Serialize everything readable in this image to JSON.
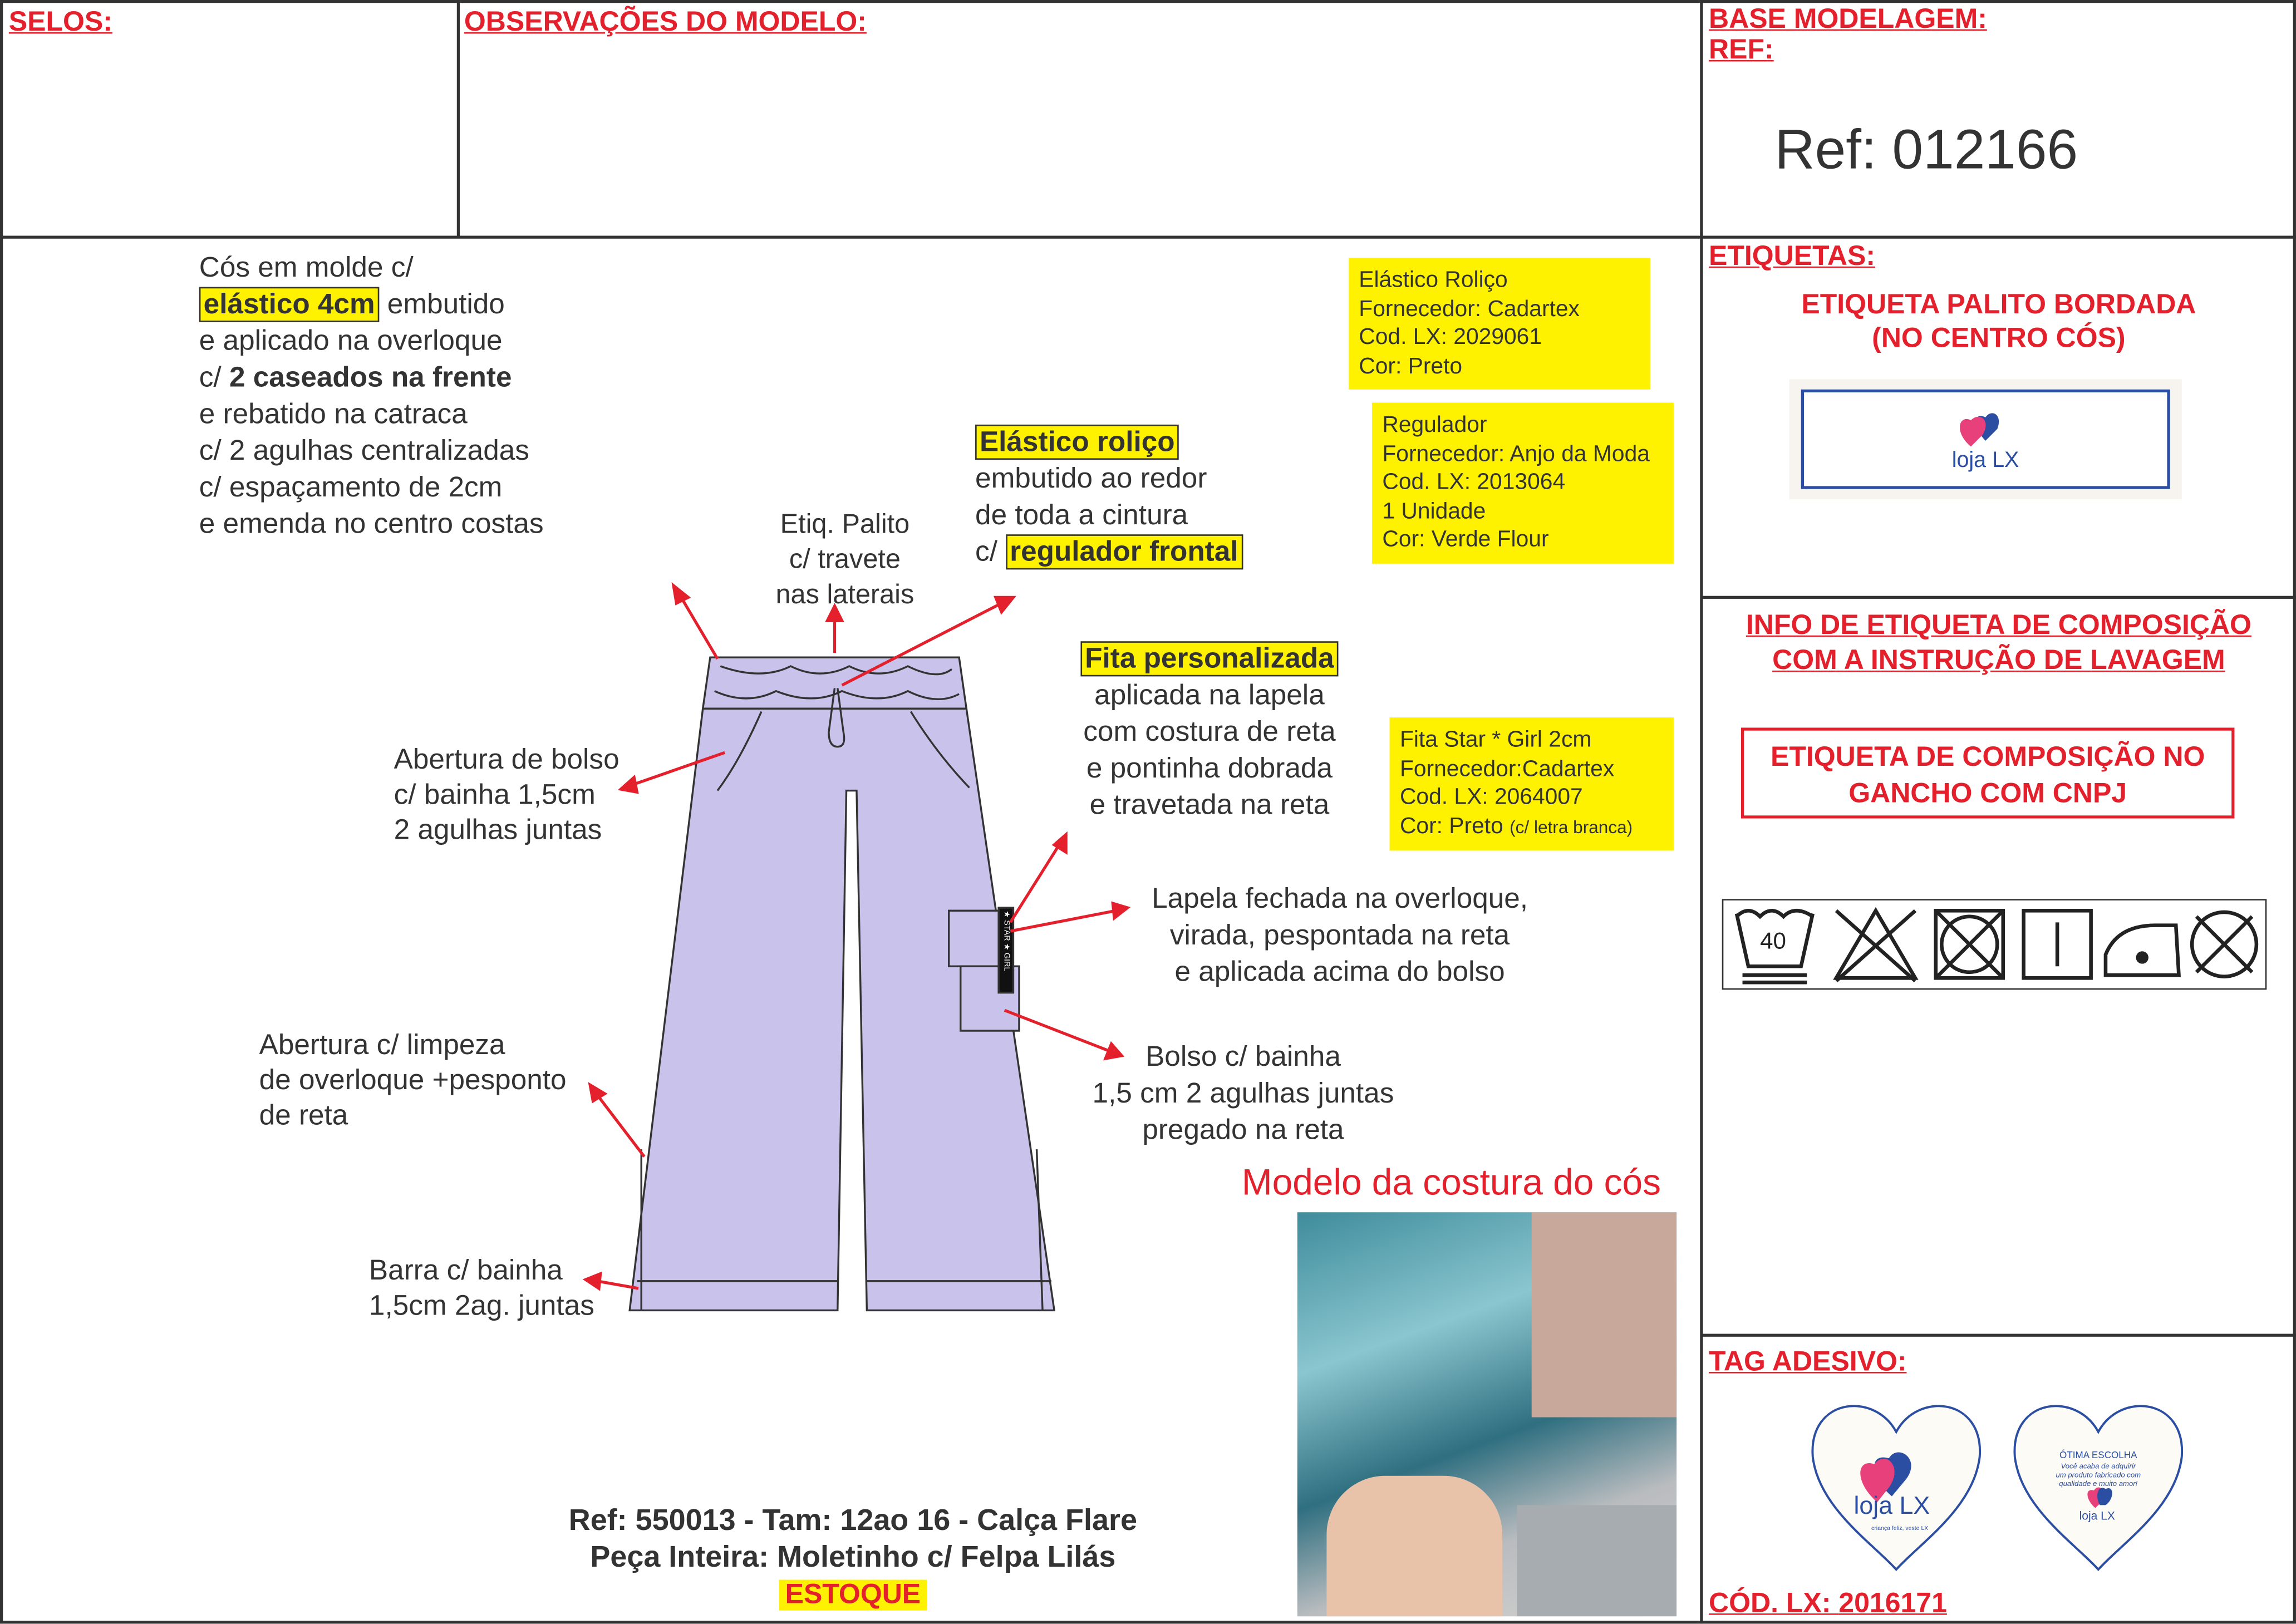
{
  "headers": {
    "selos": "SELOS:",
    "observacoes": "OBSERVAÇÕES DO MODELO:",
    "base_modelagem": "BASE MODELAGEM:",
    "ref_label": "REF:",
    "ref_value": "Ref: 012166",
    "etiquetas": "ETIQUETAS:",
    "tag_adesivo": "TAG ADESIVO:",
    "cod_lx_label": "CÓD. LX: ",
    "cod_lx_value": "2016171"
  },
  "etiquetas": {
    "palito_line1": "ETIQUETA PALITO BORDADA",
    "palito_line2": "(NO CENTRO CÓS)",
    "info_line1": "INFO DE ETIQUETA DE COMPOSIÇÃO",
    "info_line2": "COM A INSTRUÇÃO DE LAVAGEM",
    "composicao_line1": "ETIQUETA DE COMPOSIÇÃO NO",
    "composicao_line2": "GANCHO COM CNPJ",
    "wash_temp": "40",
    "care_icons": [
      "wash-40-icon",
      "no-bleach-icon",
      "no-tumble-dry-icon",
      "line-dry-icon",
      "iron-low-icon",
      "no-dry-clean-icon"
    ]
  },
  "logo": {
    "brand": "loja LX",
    "tagline": "criança feliz, veste LX"
  },
  "hang_tag": {
    "title": "ÓTIMA ESCOLHA",
    "line1": "Você acaba de adquirir",
    "line2": "um produto fabricado com",
    "line3": "qualidade e muito amor!"
  },
  "notes": {
    "cos": {
      "l1": "Cós em molde c/",
      "l2_hl": "elástico 4cm",
      "l2_rest": " embutido",
      "l3": "e aplicado na overloque",
      "l4_pre": "c/ ",
      "l4_bold": "2 caseados na frente",
      "l5": "e rebatido na catraca",
      "l6": "c/ 2 agulhas centralizadas",
      "l7": "c/ espaçamento de 2cm",
      "l8": "e emenda no centro costas"
    },
    "etiq_palito": {
      "l1": "Etiq. Palito",
      "l2": "c/ travete",
      "l3": "nas laterais"
    },
    "elastico": {
      "hl": "Elástico roliço",
      "l2": "embutido ao redor",
      "l3": "de toda a cintura",
      "l4_pre": "c/ ",
      "l4_hl": "regulador frontal"
    },
    "fita": {
      "hl": "Fita personalizada",
      "l2": "aplicada na lapela",
      "l3": "com costura de reta",
      "l4": "e pontinha dobrada",
      "l5": "e  travetada na reta"
    },
    "abertura_bolso": {
      "l1": "Abertura de bolso",
      "l2": "c/ bainha 1,5cm",
      "l3": "2 agulhas juntas"
    },
    "lapela": {
      "l1": "Lapela fechada na overloque,",
      "l2": "virada, pespontada na reta",
      "l3": "e aplicada acima do bolso"
    },
    "abertura_limpeza": {
      "l1": "Abertura c/ limpeza",
      "l2": "de overloque +pesponto",
      "l3": "de reta"
    },
    "bolso": {
      "l1": "Bolso c/ bainha",
      "l2": "1,5 cm 2 agulhas juntas",
      "l3": "pregado na reta"
    },
    "barra": {
      "l1": "Barra c/ bainha",
      "l2": "1,5cm 2ag. juntas"
    }
  },
  "supplier_boxes": {
    "elastico": {
      "l1": "Elástico Roliço",
      "l2": "Fornecedor: Cadartex",
      "l3": "Cod. LX: 2029061",
      "l4": "Cor: Preto"
    },
    "regulador": {
      "l1": "Regulador",
      "l2": "Fornecedor: Anjo da Moda",
      "l3": "Cod. LX: 2013064",
      "l4": "1 Unidade",
      "l5": "Cor: Verde Flour"
    },
    "fita": {
      "l1": "Fita Star * Girl 2cm",
      "l2": "Fornecedor:Cadartex",
      "l3": "Cod. LX: 2064007",
      "l4": "Cor: Preto ",
      "l4_small": "(c/ letra branca)"
    }
  },
  "tape_text": "★ STAR ★ GIRL",
  "modelo_costura": "Modelo da costura do cós",
  "footer": {
    "l1": "Ref: 550013 - Tam: 12ao 16 - Calça Flare",
    "l2": "Peça Inteira: Moletinho c/ Felpa Lilás",
    "estoque": "ESTOQUE"
  },
  "colors": {
    "red": "#e3202b",
    "yellow": "#fff200",
    "lilac": "#c9c3ec",
    "brand_blue": "#2b4ea2",
    "brand_pink": "#e8407a"
  }
}
